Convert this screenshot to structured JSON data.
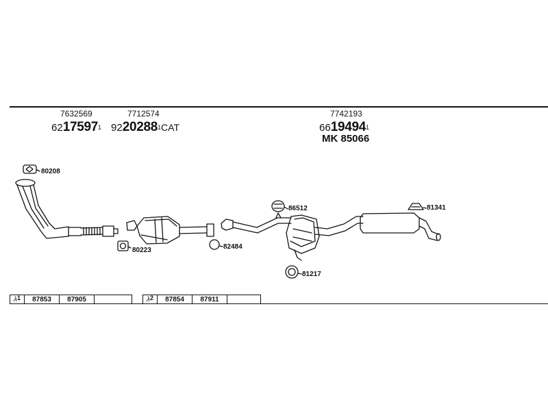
{
  "groups": [
    {
      "ref": "7632569",
      "prefix": "62",
      "number": "17597",
      "sup": "1",
      "suffix": ""
    },
    {
      "ref": "7712574",
      "prefix": "92",
      "number": "20288",
      "sup": "1",
      "suffix": "CAT"
    },
    {
      "ref": "7742193",
      "prefix": "66",
      "number": "19494",
      "sup": "1",
      "suffix": "",
      "mk": "MK 85066"
    }
  ],
  "callouts": {
    "c80208": "80208",
    "c80223": "80223",
    "c82484": "82484",
    "c86512": "86512",
    "c81341": "81341",
    "c81217": "81217"
  },
  "lambda_tables": [
    {
      "label": "λ",
      "index": "1",
      "cells": [
        "87853",
        "87905",
        ""
      ]
    },
    {
      "label": "λ",
      "index": "2",
      "cells": [
        "87854",
        "87911",
        ""
      ]
    }
  ]
}
